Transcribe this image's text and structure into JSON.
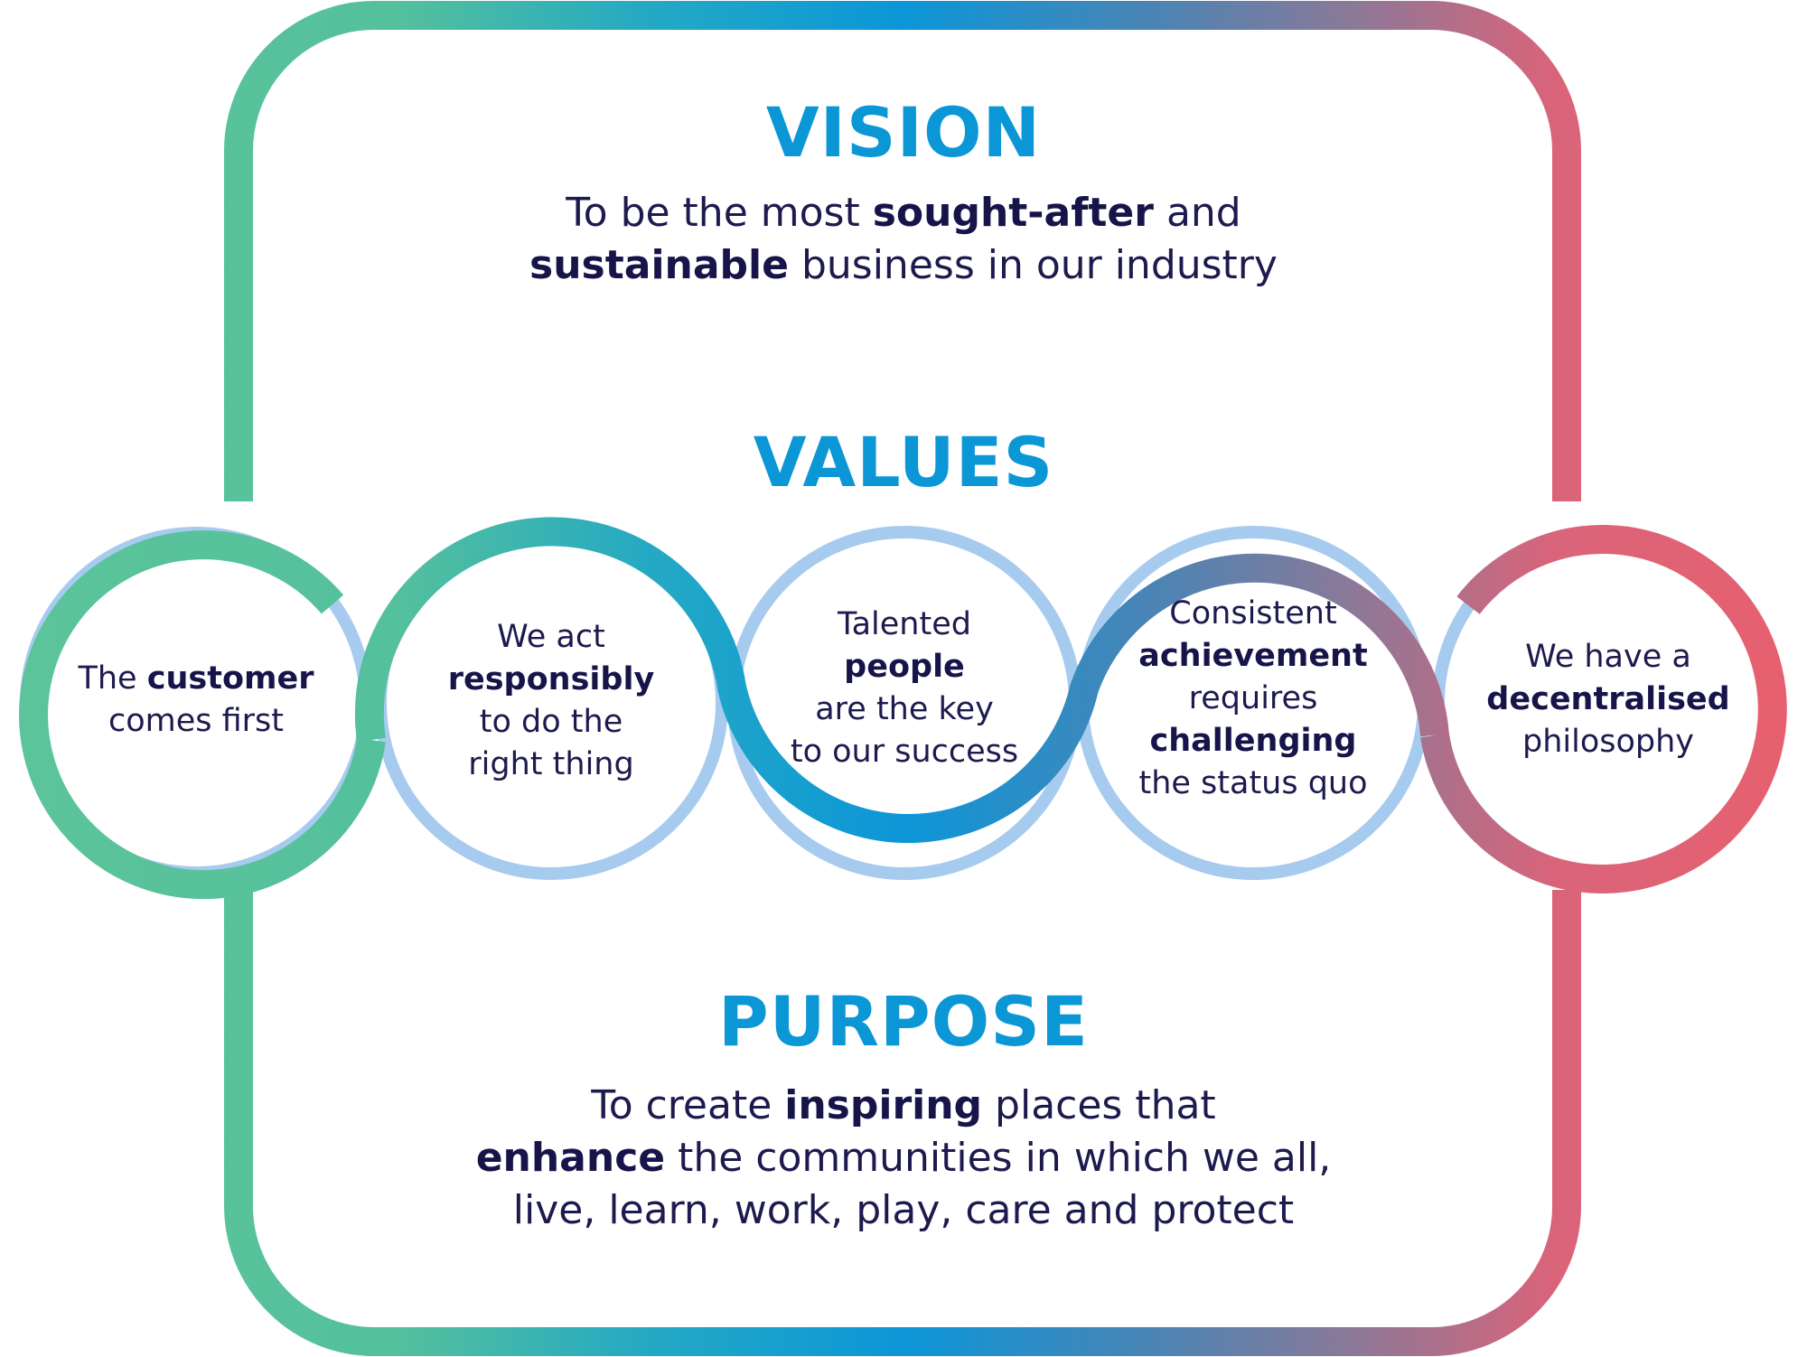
{
  "vision": {
    "heading": "VISION",
    "line1": {
      "a": "To be the most ",
      "b": "sought-after",
      "c": " and"
    },
    "line2": {
      "b": "sustainable",
      "c": " business in our industry"
    }
  },
  "values": {
    "heading": "VALUES",
    "items": [
      {
        "lines": [
          {
            "a": "The ",
            "b": "customer",
            "c": ""
          },
          {
            "a": "comes first",
            "b": "",
            "c": ""
          }
        ]
      },
      {
        "lines": [
          {
            "a": "We act",
            "b": "",
            "c": ""
          },
          {
            "a": "",
            "b": "responsibly",
            "c": ""
          },
          {
            "a": "to do the",
            "b": "",
            "c": ""
          },
          {
            "a": "right thing",
            "b": "",
            "c": ""
          }
        ]
      },
      {
        "lines": [
          {
            "a": "Talented",
            "b": "",
            "c": ""
          },
          {
            "a": "",
            "b": "people",
            "c": ""
          },
          {
            "a": "are the key",
            "b": "",
            "c": ""
          },
          {
            "a": "to our success",
            "b": "",
            "c": ""
          }
        ]
      },
      {
        "lines": [
          {
            "a": "Consistent",
            "b": "",
            "c": ""
          },
          {
            "a": "",
            "b": "achievement",
            "c": ""
          },
          {
            "a": "requires",
            "b": "",
            "c": ""
          },
          {
            "a": "",
            "b": "challenging",
            "c": ""
          },
          {
            "a": "the status quo",
            "b": "",
            "c": ""
          }
        ]
      },
      {
        "lines": [
          {
            "a": "We have a",
            "b": "",
            "c": ""
          },
          {
            "a": "",
            "b": "decentralised",
            "c": ""
          },
          {
            "a": "philosophy",
            "b": "",
            "c": ""
          }
        ]
      }
    ]
  },
  "purpose": {
    "heading": "PURPOSE",
    "line1": {
      "a": "To create ",
      "b": "inspiring",
      "c": " places that"
    },
    "line2": {
      "b": "enhance",
      "c": " the communities in which we all,"
    },
    "line3": {
      "a": "live, learn, work, play, care and protect"
    }
  },
  "colors": {
    "teal_green": "#5cc49a",
    "teal": "#29a9bf",
    "blue": "#0c96d8",
    "purple": "#7d7ba0",
    "coral": "#e8606e",
    "light_blue_ring": "#a7cbef",
    "heading_blue": "#0b96d6",
    "text_navy": "#1d1a4e"
  }
}
